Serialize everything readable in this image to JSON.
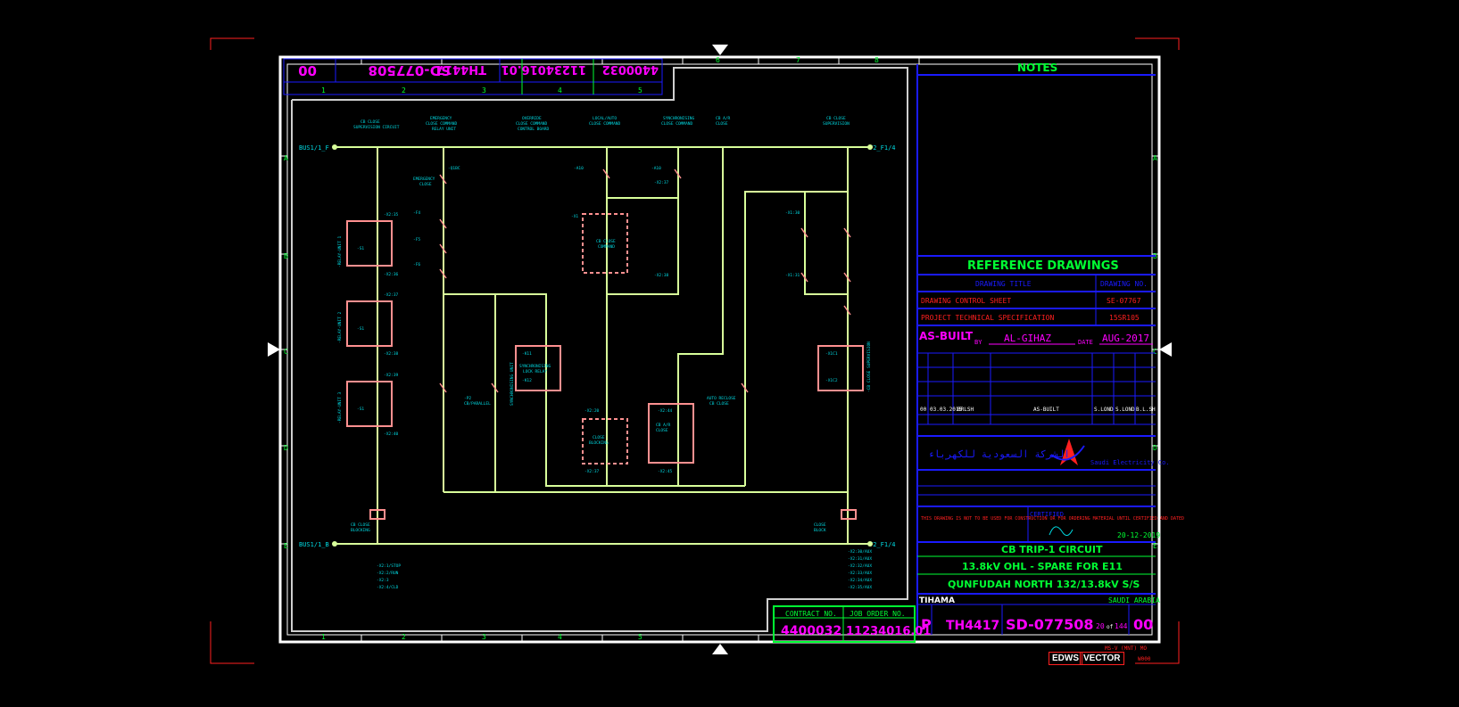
{
  "notes": {
    "heading": "NOTES"
  },
  "reference": {
    "heading": "REFERENCE DRAWINGS",
    "col_title": "DRAWING TITLE",
    "col_no": "DRAWING NO.",
    "rows": [
      {
        "title": "DRAWING CONTROL SHEET",
        "no": "SE-07767"
      },
      {
        "title": "PROJECT TECHNICAL SPECIFICATION",
        "no": "15SR105"
      }
    ]
  },
  "as_built": {
    "label": "AS-BUILT",
    "by_label": "BY",
    "by": "AL-GIHAZ",
    "date_label": "DATE",
    "date": "AUG-2017"
  },
  "revision": {
    "no": "00",
    "date": "03.03.2015",
    "by": "BRLSH",
    "desc": "AS-BUILT",
    "c1": "S.LOND",
    "c2": "S.LOND",
    "c3": "B.L.SH"
  },
  "company": {
    "name_ar": "الشركة السعودية للكهرباء",
    "name_en": "Saudi Electricity Co."
  },
  "certified": {
    "label": "CERTIFIED",
    "date": "20-12-2019",
    "warning": "THIS DRAWING IS NOT TO BE USED FOR CONSTRUCTION OR FOR ORDERING MATERIAL UNTIL CERTIFIED AND DATED"
  },
  "title_block": {
    "line1": "CB TRIP-1 CIRCUIT",
    "line2": "13.8kV OHL - SPARE FOR E11",
    "line3": "QUNFUDAH NORTH 132/13.8kV S/S",
    "area": "TIHAMA",
    "country": "SAUDI ARABIA",
    "index": "P",
    "plant_no": "TH4417",
    "drawing_no": "SD-077508",
    "sheet": "20",
    "sheets_of": "of",
    "sheets_total": "144",
    "rev": "00"
  },
  "contract": {
    "contract_label": "CONTRACT NO.",
    "contract_no": "4400032",
    "job_label": "JOB ORDER NO.",
    "job_no": "11234016.01"
  },
  "stamps": {
    "edws": "EDWS",
    "vector": "VECTOR",
    "corner_top": "MS-V (MNT) MO",
    "corner_bottom": "W000"
  },
  "diagram": {
    "bus_left_top": "BUS1/1_F",
    "bus_right_top": "F2_F1/4",
    "bus_left_bottom": "BUS1/1_B",
    "bus_right_bottom": "F2_F1/4"
  },
  "colors": {
    "border": "#ffffff",
    "wire": "#d8ff9a",
    "text": "#00d8e0",
    "relay": "#ff9090",
    "blue": "#1a1aff",
    "green": "#00ff33",
    "magenta": "#ff00ff",
    "red": "#ff2020"
  }
}
